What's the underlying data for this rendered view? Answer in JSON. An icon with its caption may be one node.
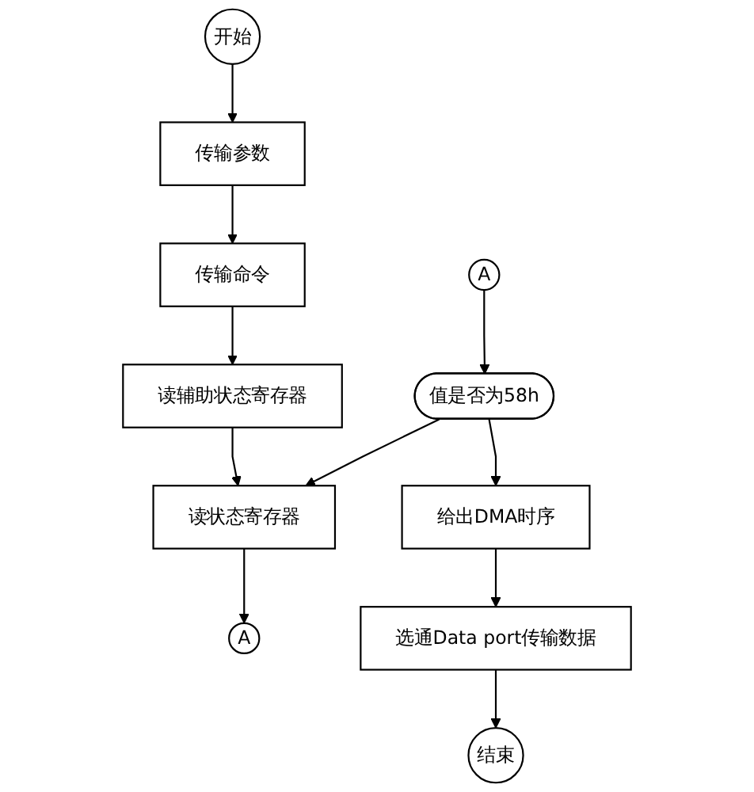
{
  "diagram": {
    "nodes": [
      {
        "text": [
          "开始"
        ]
      },
      {
        "text": [
          "传输参数"
        ]
      },
      {
        "text": [
          "传输命令"
        ]
      },
      {
        "text": [
          "读辅助状态寄存器"
        ]
      },
      {
        "text": [
          "读状态寄存器"
        ]
      },
      {
        "text": [
          "A"
        ]
      },
      {
        "text": [
          "A"
        ]
      },
      {
        "text": [
          "值是否为58h"
        ]
      },
      {
        "text": [
          "给出DMA时序"
        ]
      },
      {
        "text": [
          "选通Data port传输数据"
        ]
      },
      {
        "text": [
          "结束"
        ]
      }
    ],
    "edges": [
      {
        "from": 0,
        "to": 1,
        "arrow": "to"
      },
      {
        "from": 1,
        "to": 2,
        "arrow": "to"
      },
      {
        "from": 2,
        "to": 3,
        "arrow": "to"
      },
      {
        "from": 3,
        "to": 4,
        "arrow": "to"
      },
      {
        "from": 4,
        "to": 5,
        "arrow": "to"
      },
      {
        "from": 6,
        "to": 7,
        "arrow": "to"
      },
      {
        "from": 7,
        "to": 4,
        "arrow": "to"
      },
      {
        "from": 7,
        "to": 8,
        "arrow": "to"
      },
      {
        "from": 8,
        "to": 9,
        "arrow": "to"
      },
      {
        "from": 9,
        "to": 10,
        "arrow": "to"
      }
    ]
  }
}
